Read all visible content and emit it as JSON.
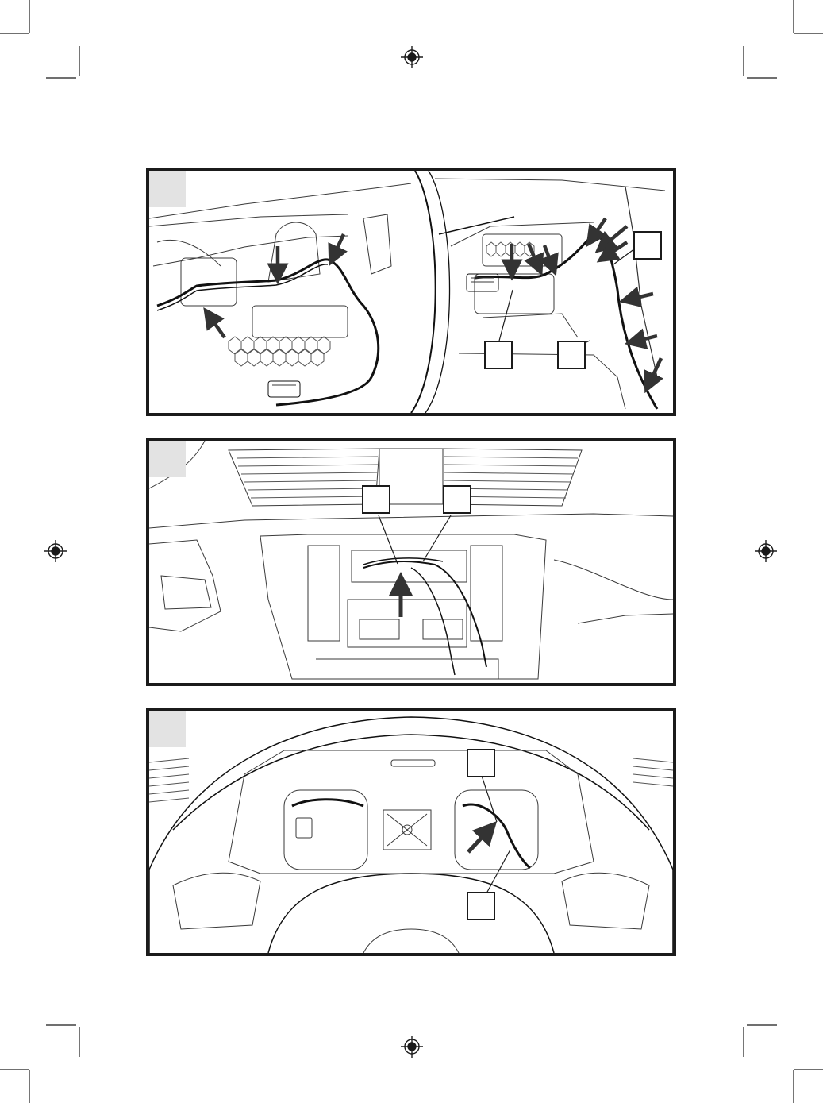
{
  "page": {
    "kind": "installation-instruction-sheet",
    "colors": {
      "line": "#1b1b1b",
      "step_tab": "#e3e3e3",
      "background": "#ffffff"
    }
  },
  "figures": [
    {
      "step_label": "",
      "callouts": [
        "",
        "",
        ""
      ],
      "arrow_count": 12
    },
    {
      "step_label": "",
      "callouts": [
        "",
        ""
      ],
      "arrow_count": 1
    },
    {
      "step_label": "",
      "callouts": [
        "",
        ""
      ],
      "arrow_count": 1
    }
  ],
  "icons": [
    "registration-mark-icon",
    "crop-mark-icon",
    "arrow-icon"
  ]
}
